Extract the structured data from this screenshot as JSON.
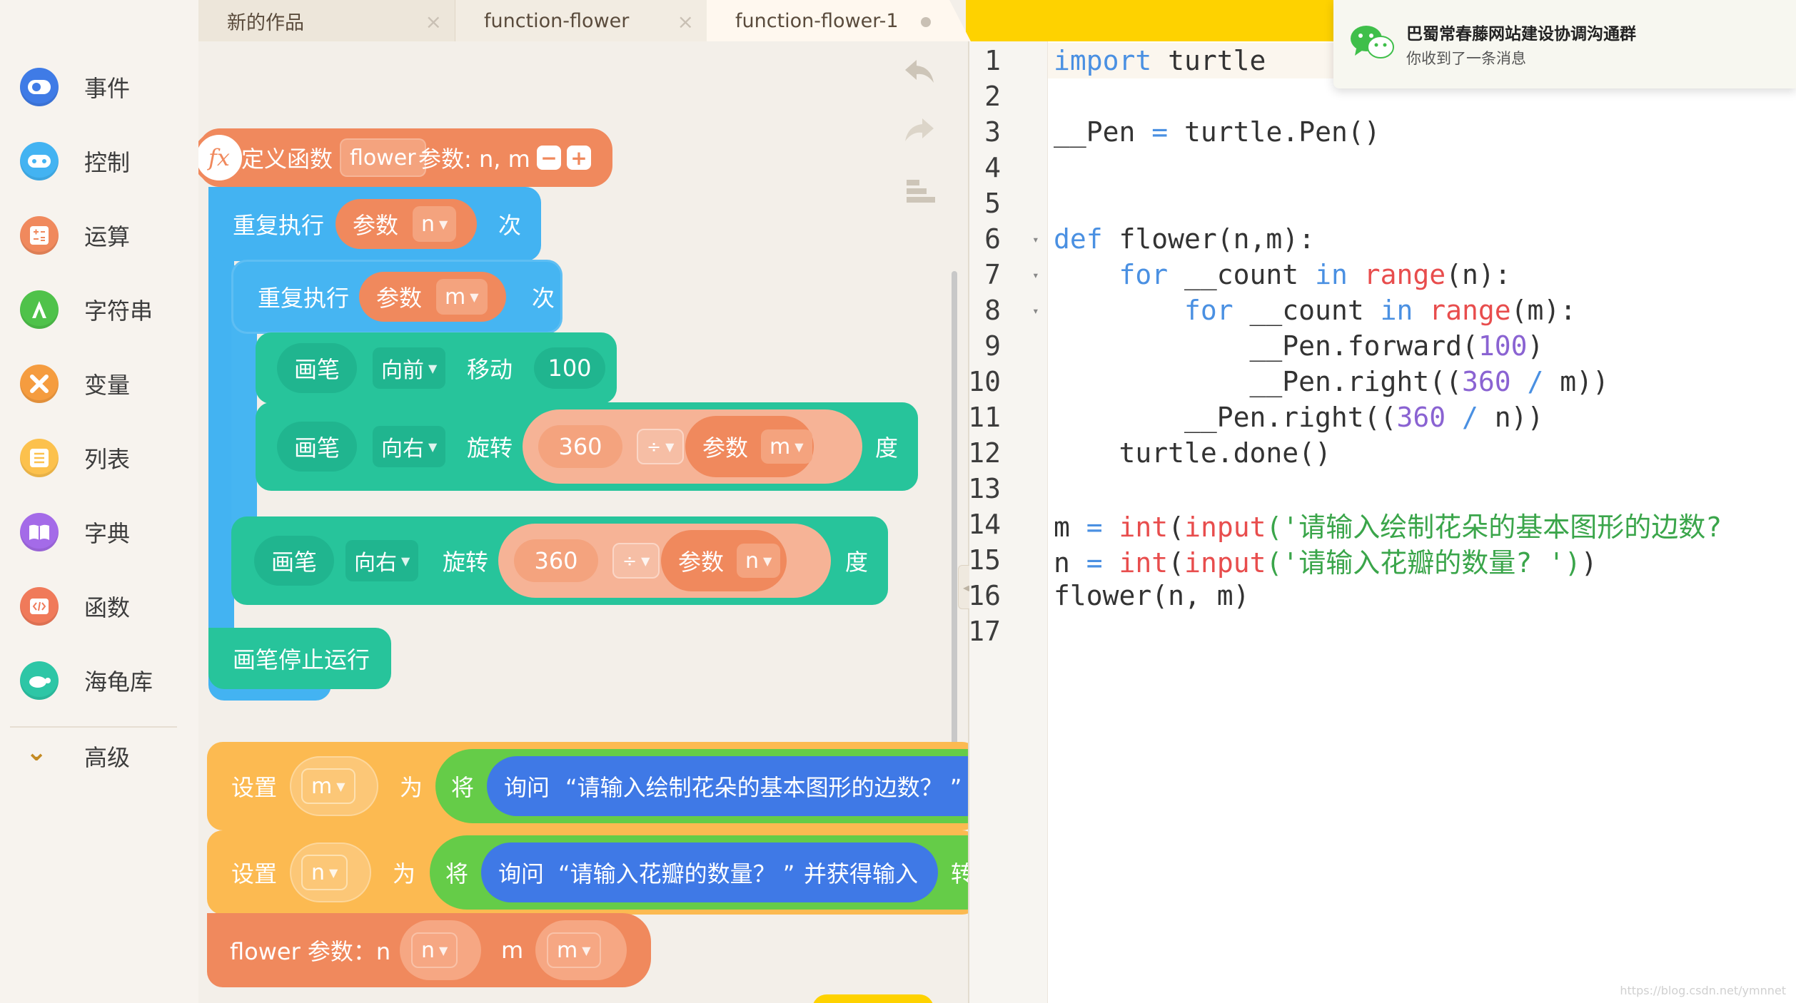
{
  "tabs": [
    {
      "label": "新的作品",
      "close": "×"
    },
    {
      "label": "function-flower",
      "close": "×"
    },
    {
      "label": "function-flower-1"
    }
  ],
  "sidebar": {
    "items": [
      {
        "label": "事件",
        "icon": "event-icon",
        "color": "#3f7be6"
      },
      {
        "label": "控制",
        "icon": "control-icon",
        "color": "#43b3f2"
      },
      {
        "label": "运算",
        "icon": "operator-icon",
        "color": "#f0895d"
      },
      {
        "label": "字符串",
        "icon": "string-icon",
        "color": "#4fc24a"
      },
      {
        "label": "变量",
        "icon": "variable-icon",
        "color": "#f59c3f"
      },
      {
        "label": "列表",
        "icon": "list-icon",
        "color": "#fcc14d"
      },
      {
        "label": "字典",
        "icon": "dict-icon",
        "color": "#a46be8"
      },
      {
        "label": "函数",
        "icon": "function-icon",
        "color": "#f07a5a"
      },
      {
        "label": "海龟库",
        "icon": "turtle-icon",
        "color": "#2dc6a6"
      }
    ],
    "advanced": "高级"
  },
  "blocks": {
    "def": {
      "fx": "fx",
      "label": "定义函数",
      "name": "flower",
      "params_label": "参数: n, m",
      "minus": "−",
      "plus": "+"
    },
    "repeat_outer": {
      "label": "重复执行",
      "param": "参数",
      "var": "n",
      "suffix": "次"
    },
    "repeat_inner": {
      "label": "重复执行",
      "param": "参数",
      "var": "m",
      "suffix": "次"
    },
    "forward": {
      "pen": "画笔",
      "dir": "向前",
      "action": "移动",
      "value": "100"
    },
    "rotate_inner": {
      "pen": "画笔",
      "dir": "向右",
      "action": "旋转",
      "num": "360",
      "op": "÷",
      "param": "参数",
      "var": "m",
      "unit": "度"
    },
    "rotate_outer": {
      "pen": "画笔",
      "dir": "向右",
      "action": "旋转",
      "num": "360",
      "op": "÷",
      "param": "参数",
      "var": "n",
      "unit": "度"
    },
    "stop": {
      "label": "画笔停止运行"
    },
    "set_m": {
      "set": "设置",
      "var": "m",
      "as": "为",
      "jiang": "将",
      "ask": "询问",
      "prompt": "“请输入绘制花朵的基本图形的边数？ ”"
    },
    "set_n": {
      "set": "设置",
      "var": "n",
      "as": "为",
      "jiang": "将",
      "ask": "询问",
      "prompt": "“请输入花瓣的数量？ ”",
      "suffix": "并获得输入",
      "tail": "转"
    },
    "call": {
      "label": "flower 参数：n",
      "arg1": "n",
      "m_label": "m",
      "arg2": "m"
    }
  },
  "code": {
    "line_numbers": [
      "1",
      "2",
      "3",
      "4",
      "5",
      "6",
      "7",
      "8",
      "9",
      "10",
      "11",
      "12",
      "13",
      "14",
      "15",
      "16",
      "17"
    ],
    "l1_kw": "import",
    "l1_rest": " turtle",
    "l3_a": "__Pen ",
    "l3_op": "=",
    "l3_b": " turtle.Pen()",
    "l6_kw": "def",
    "l6_rest": " flower(n,m):",
    "l7_ind": "    ",
    "l7_for": "for",
    "l7_a": " __count ",
    "l7_in": "in",
    "l7_sp": " ",
    "l7_range": "range",
    "l7_end": "(n):",
    "l8_ind": "        ",
    "l8_for": "for",
    "l8_a": " __count ",
    "l8_in": "in",
    "l8_sp": " ",
    "l8_range": "range",
    "l8_end": "(m):",
    "l9_a": "            __Pen.forward(",
    "l9_n": "100",
    "l9_b": ")",
    "l10_a": "            __Pen.right((",
    "l10_n": "360",
    "l10_sp": " ",
    "l10_op": "/",
    "l10_b": " m))",
    "l11_a": "        __Pen.right((",
    "l11_n": "360",
    "l11_sp": " ",
    "l11_op": "/",
    "l11_b": " n))",
    "l12": "    turtle.done()",
    "l14_a": "m ",
    "l14_op": "=",
    "l14_sp": " ",
    "l14_int": "int",
    "l14_p": "(",
    "l14_input": "input",
    "l14_str": "('请输入绘制花朵的基本图形的边数?",
    "l15_a": "n ",
    "l15_op": "=",
    "l15_sp": " ",
    "l15_int": "int",
    "l15_p": "(",
    "l15_input": "input",
    "l15_str": "('请输入花瓣的数量? ')",
    "l15_end": ")",
    "l16": "flower(n, m)"
  },
  "notification": {
    "title": "巴蜀常春藤网站建设协调沟通群",
    "subtitle": "你收到了一条消息"
  },
  "watermark": "https://blog.csdn.net/ymnnet"
}
